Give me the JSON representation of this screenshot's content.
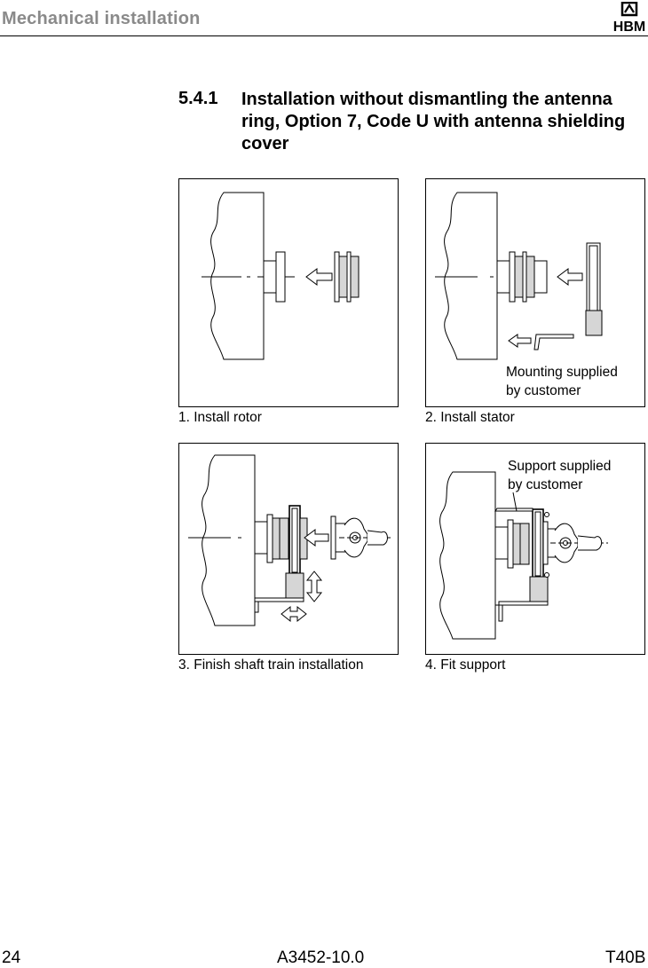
{
  "header": {
    "title": "Mechanical installation",
    "logo_text": "HBM"
  },
  "section": {
    "number": "5.4.1",
    "title": "Installation without dismantling the antenna ring, Option 7, Code U with antenna shielding cover"
  },
  "figures": [
    {
      "caption": "1. Install rotor",
      "note": ""
    },
    {
      "caption": "2. Install stator",
      "note_line1": "Mounting supplied",
      "note_line2": "by customer"
    },
    {
      "caption": "3. Finish shaft train installation",
      "note": ""
    },
    {
      "caption": "4. Fit support",
      "note_line1": "Support supplied",
      "note_line2": "by customer"
    }
  ],
  "footer": {
    "page_number": "24",
    "doc_id": "A3452-10.0",
    "product": "T40B"
  }
}
